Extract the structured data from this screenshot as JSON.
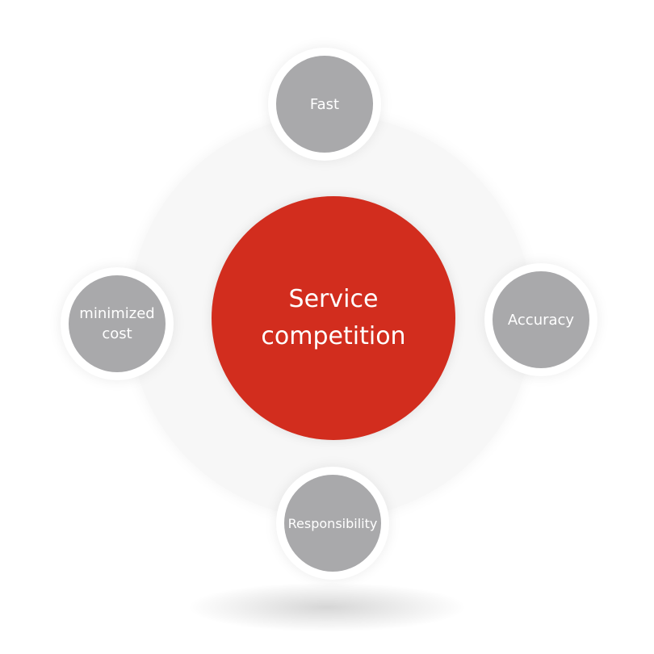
{
  "diagram": {
    "center": {
      "label": "Service\ncompetition",
      "color": "#d22d1e"
    },
    "nodes": {
      "top": {
        "label": "Fast"
      },
      "right": {
        "label": "Accuracy"
      },
      "bottom": {
        "label": "Responsibility"
      },
      "left": {
        "label": "minimized\ncost"
      }
    },
    "colors": {
      "node": "#a9a9ab",
      "ring": "#f7f7f7",
      "text": "#ffffff"
    }
  }
}
